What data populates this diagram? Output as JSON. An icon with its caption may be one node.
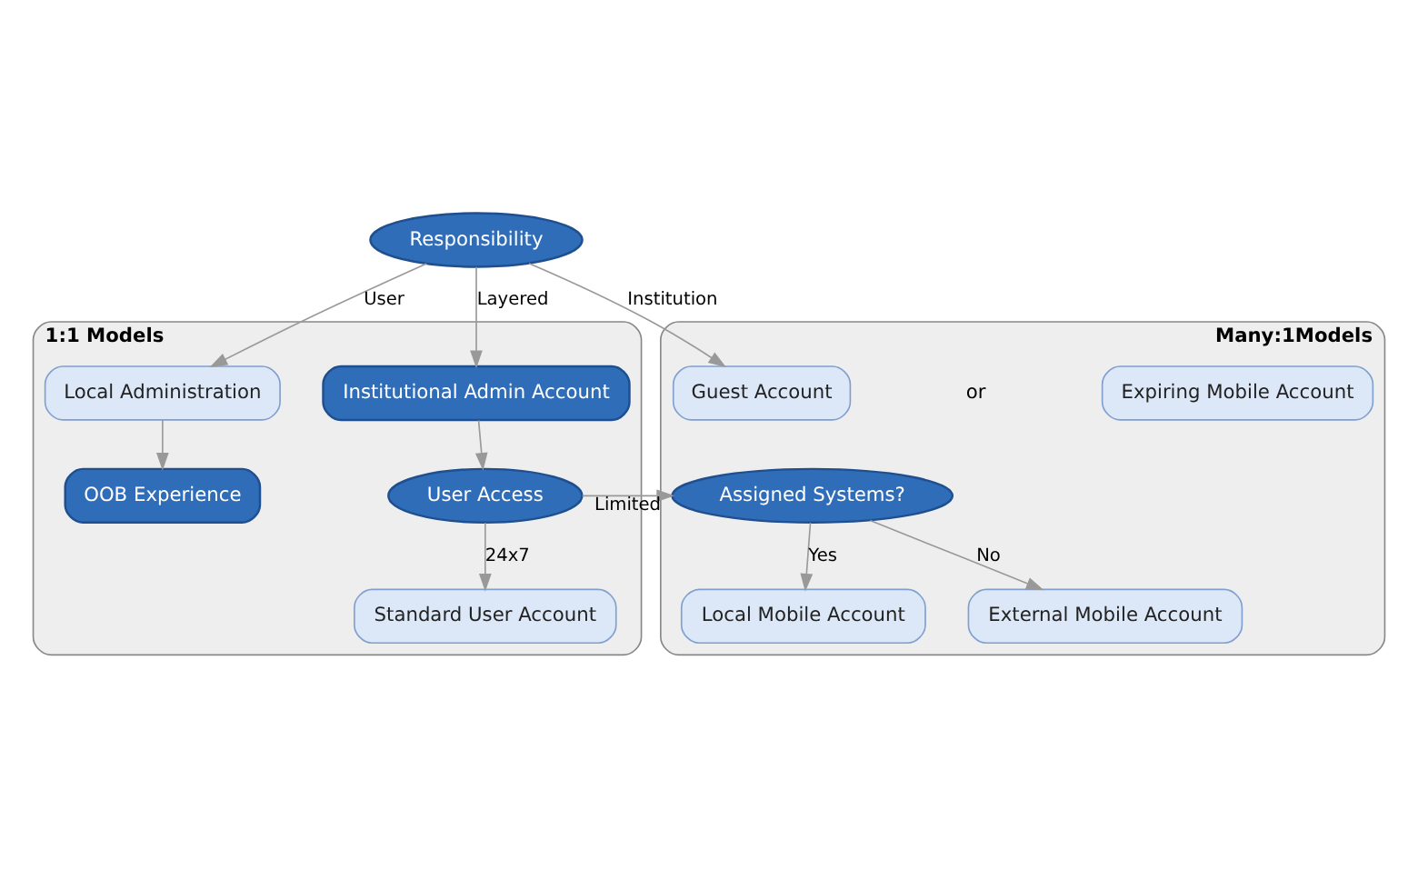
{
  "diagram": {
    "nodes": [
      {
        "text": [
          "1:1 Models"
        ]
      },
      {
        "text": [
          "Many:1Models"
        ]
      },
      {
        "text": [
          "Responsibility"
        ]
      },
      {
        "text": [
          "Local Administration"
        ],
        "in": 0
      },
      {
        "text": [
          "OOB Experience"
        ],
        "in": 0
      },
      {
        "text": [
          "Institutional Admin Account"
        ],
        "in": 0
      },
      {
        "text": [
          "User Access"
        ],
        "in": 0
      },
      {
        "text": [
          "Standard User Account"
        ],
        "in": 0
      },
      {
        "text": [
          "Guest Account"
        ],
        "in": 1
      },
      {
        "text": [
          "Expiring Mobile Account"
        ],
        "in": 1
      },
      {
        "text": [
          "Assigned Systems?"
        ],
        "in": 1
      },
      {
        "text": [
          "Local Mobile Account"
        ],
        "in": 1
      },
      {
        "text": [
          "External Mobile Account"
        ],
        "in": 1
      }
    ],
    "edges": [
      {
        "from": 2,
        "to": 3,
        "arrow": "to",
        "label": "User"
      },
      {
        "from": 2,
        "to": 5,
        "arrow": "to",
        "label": "Layered"
      },
      {
        "from": 2,
        "to": 8,
        "arrow": "to",
        "label": "Institution"
      },
      {
        "from": 3,
        "to": 4,
        "arrow": "to"
      },
      {
        "from": 5,
        "to": 6,
        "arrow": "to"
      },
      {
        "from": 6,
        "to": 7,
        "arrow": "to",
        "label": "24x7"
      },
      {
        "from": 6,
        "to": 10,
        "arrow": "to",
        "label": "Limited"
      },
      {
        "from": 10,
        "to": 11,
        "arrow": "to",
        "label": "Yes"
      },
      {
        "from": 10,
        "to": 12,
        "arrow": "to",
        "label": "No"
      }
    ],
    "labels": [
      "or"
    ]
  }
}
